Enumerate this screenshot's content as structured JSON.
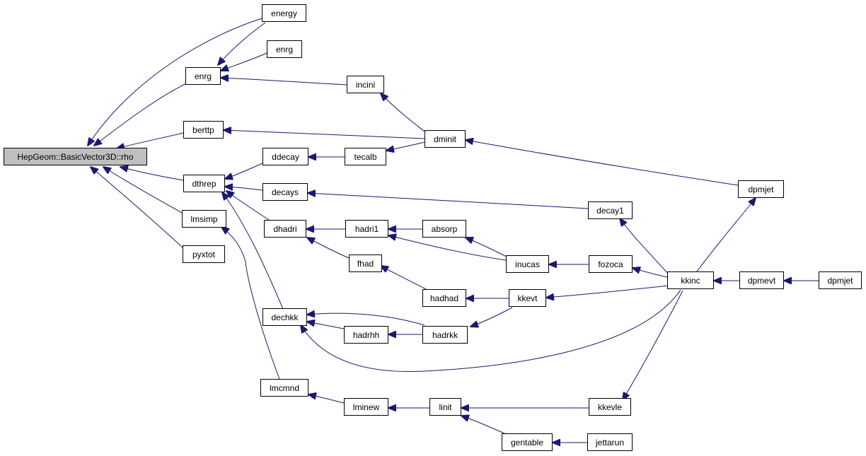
{
  "graph": {
    "edge_color": "#191970",
    "root_fill": "#bfbfbf",
    "nodes": {
      "rho": "HepGeom::BasicVector3D::rho",
      "energy": "energy",
      "enrg_top": "enrg",
      "enrg": "enrg",
      "incini": "incini",
      "berttp": "berttp",
      "dminit": "dminit",
      "dthrep": "dthrep",
      "ddecay": "ddecay",
      "tecalb": "tecalb",
      "decays": "decays",
      "dpmjet1": "dpmjet",
      "decay1": "decay1",
      "lmsimp": "lmsimp",
      "dhadri": "dhadri",
      "hadri1": "hadri1",
      "absorp": "absorp",
      "pyxtot": "pyxtot",
      "fhad": "fhad",
      "inucas": "inucas",
      "fozoca": "fozoca",
      "kkinc": "kkinc",
      "dpmevt": "dpmevt",
      "dpmjet2": "dpmjet",
      "hadhad": "hadhad",
      "kkevt": "kkevt",
      "dechkk": "dechkk",
      "hadrhh": "hadrhh",
      "hadrkk": "hadrkk",
      "lmcmnd": "lmcmnd",
      "lminew": "lminew",
      "linit": "linit",
      "kkevle": "kkevle",
      "gentable": "gentable",
      "jettarun": "jettarun"
    }
  }
}
